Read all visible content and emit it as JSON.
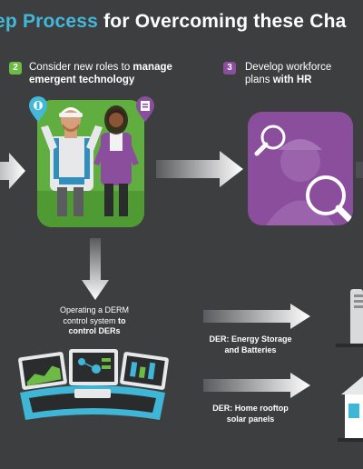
{
  "header": {
    "title_highlight": "ep Process",
    "title_rest": " for Overcoming these Cha"
  },
  "steps": [
    {
      "number": "2",
      "text_plain": "Consider new roles to ",
      "text_bold_1": "manage",
      "text_bold_2": "emergent technology",
      "badge_color": "#6dbb45"
    },
    {
      "number": "3",
      "text_line1": "Develop workforce",
      "text_plain_2": "plans ",
      "text_bold": "with HR",
      "badge_color": "#8a4e9c"
    }
  ],
  "derm": {
    "line1": "Operating a DERM",
    "line2_plain": "control system ",
    "line2_bold": "to",
    "line3_bold": "control DERs"
  },
  "der_items": [
    {
      "line1": "DER: Energy Storage",
      "line2": "and Batteries"
    },
    {
      "line1": "DER: Home rooftop",
      "line2": "solar panels"
    }
  ],
  "colors": {
    "background": "#3d3e40",
    "title_highlight": "#44b8d8",
    "green_card": "#5fae3f",
    "purple_card": "#8a4e9c",
    "screen_cyan": "#3fb6d6"
  },
  "icons": [
    "pin-tool-icon",
    "pin-document-icon",
    "magnifier-icon",
    "arrow-right-icon",
    "arrow-down-icon"
  ]
}
